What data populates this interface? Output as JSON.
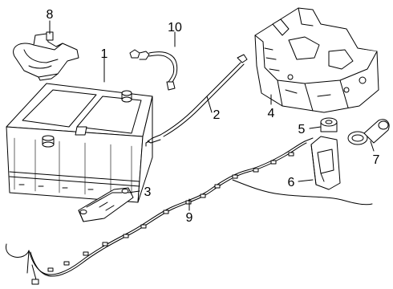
{
  "parts": [
    {
      "id": "battery",
      "number": "1"
    },
    {
      "id": "positive-cable",
      "number": "2"
    },
    {
      "id": "hold-down-bracket",
      "number": "3"
    },
    {
      "id": "battery-tray",
      "number": "4"
    },
    {
      "id": "tray-grommet",
      "number": "5"
    },
    {
      "id": "tray-support",
      "number": "6"
    },
    {
      "id": "cable-grommet",
      "number": "7"
    },
    {
      "id": "terminal-cover",
      "number": "8"
    },
    {
      "id": "wiring-harness",
      "number": "9"
    },
    {
      "id": "ground-cable",
      "number": "10"
    }
  ]
}
